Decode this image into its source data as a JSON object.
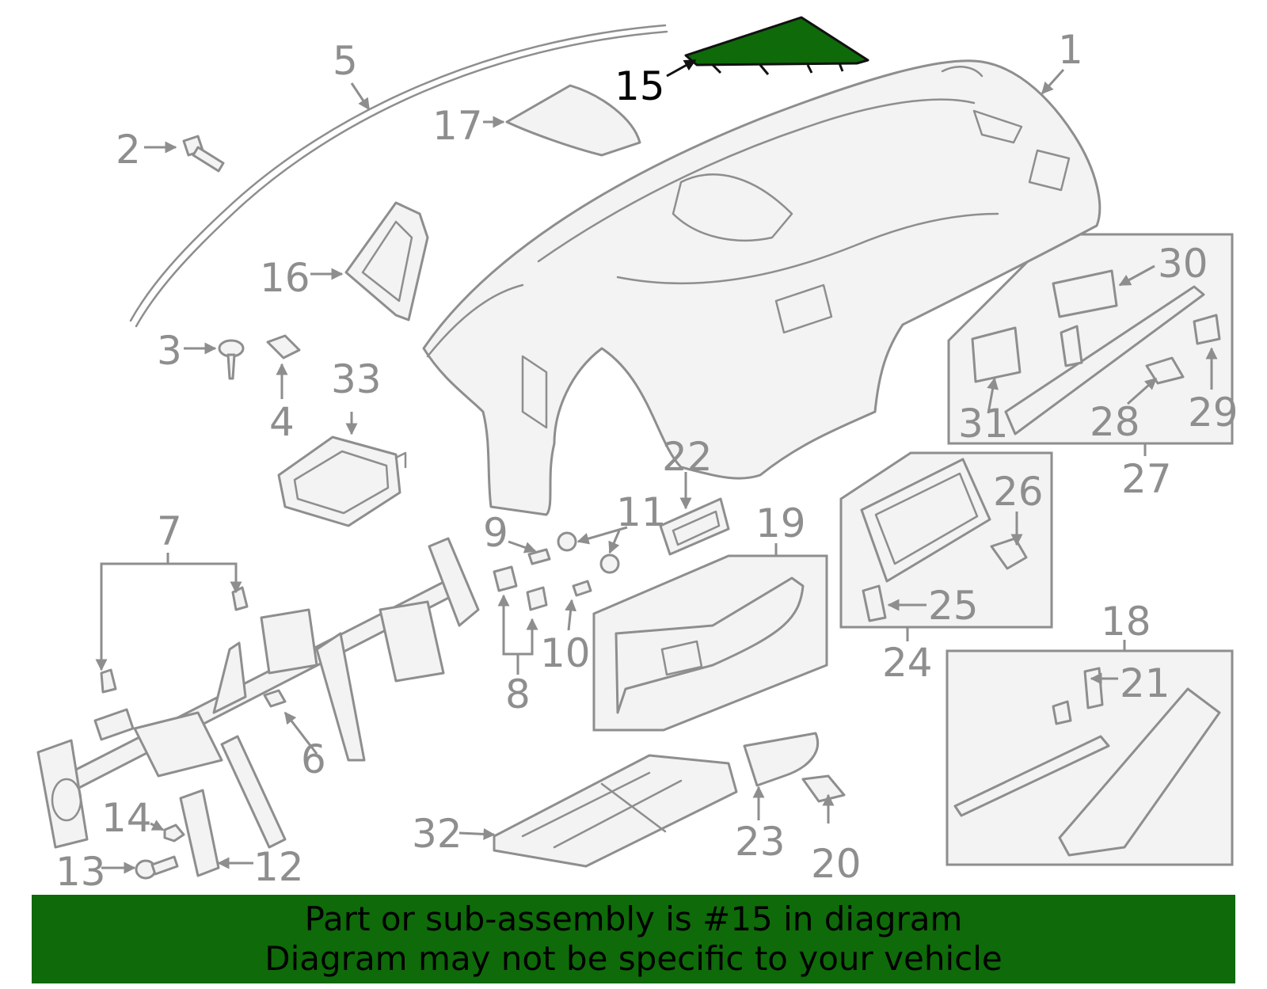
{
  "colors": {
    "highlight": "#0f6a0a",
    "line_art": "#8e8e8e",
    "fill": "#f3f3f3"
  },
  "highlighted_part": "15",
  "callouts": [
    "1",
    "2",
    "3",
    "4",
    "5",
    "6",
    "7",
    "8",
    "9",
    "10",
    "11",
    "12",
    "13",
    "14",
    "15",
    "16",
    "17",
    "18",
    "19",
    "20",
    "21",
    "22",
    "23",
    "24",
    "25",
    "26",
    "27",
    "28",
    "29",
    "30",
    "31",
    "32",
    "33"
  ],
  "banner": {
    "line1": "Part or sub-assembly is #15 in diagram",
    "line2": "Diagram may not be specific to your vehicle"
  }
}
